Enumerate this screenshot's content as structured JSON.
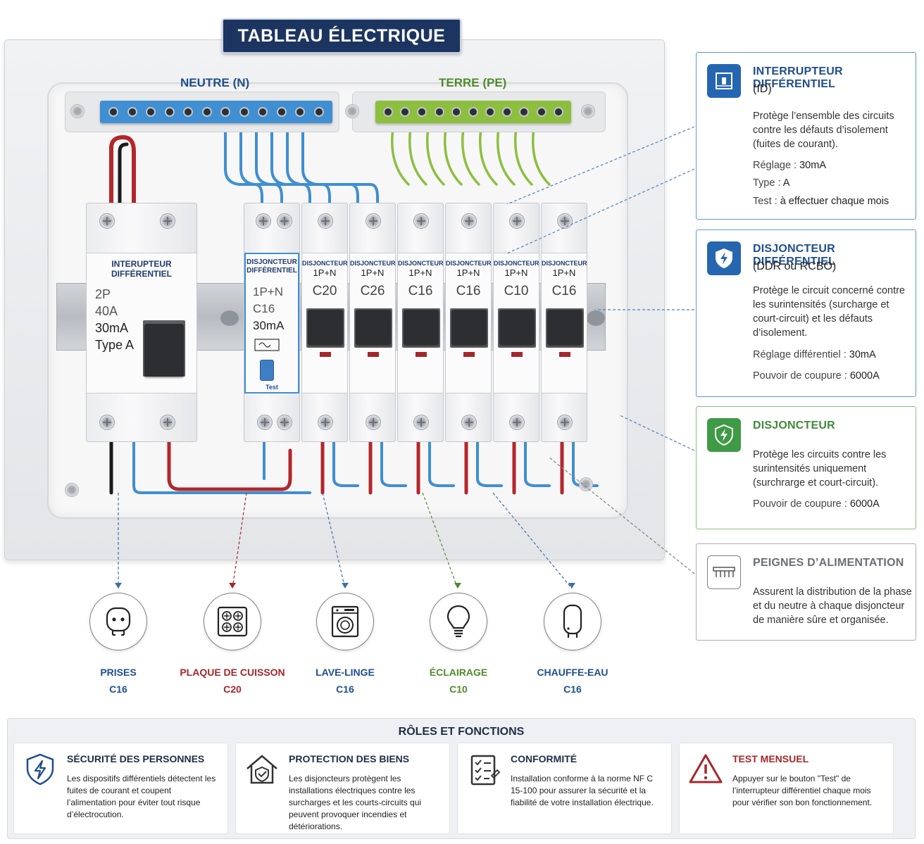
{
  "title": "TABLEAU ÉLECTRIQUE",
  "busbars": {
    "neutral_label": "NEUTRE (N)",
    "earth_label": "TERRE (PE)",
    "neutral_color": "#3f8fd2",
    "earth_color": "#8dbf3f"
  },
  "colors": {
    "phase": "#b3262b",
    "neutral": "#3f8fd2",
    "earth": "#8dbf3f",
    "primary": "#1c3560"
  },
  "id_module": {
    "title_line1": "INTERUPTEUR",
    "title_line2": "DIFFÉRENTIEL",
    "poles": "2P",
    "current": "40A",
    "sensitivity": "30mA",
    "type": "Type A"
  },
  "ddr_module": {
    "title_line1": "DISJONCTEUR",
    "title_line2": "DIFFÉRENTIEL",
    "poles": "1P+N",
    "rating": "C16",
    "sensitivity": "30mA",
    "test_label": "Test"
  },
  "breakers": [
    {
      "title": "DISJONCTEUR",
      "poles": "1P+N",
      "rating": "C20"
    },
    {
      "title": "DISJONCTEUR",
      "poles": "1P+N",
      "rating": "C26"
    },
    {
      "title": "DISJONCTEUR",
      "poles": "1P+N",
      "rating": "C16"
    },
    {
      "title": "DISJONCTEUR",
      "poles": "1P+N",
      "rating": "C16"
    },
    {
      "title": "DISJONCTEUR",
      "poles": "1P+N",
      "rating": "C10"
    },
    {
      "title": "DISJONCTEUR",
      "poles": "1P+N",
      "rating": "C16"
    }
  ],
  "cards": [
    {
      "icon": "id-switch-icon",
      "title": "INTERRUPTEUR DIFFÉRENTIEL",
      "subtitle": "(ID)",
      "description": "Protège l’ensemble des circuits contre les défauts d’isolement (fuites de courant).",
      "rows": [
        {
          "label": "Réglage :",
          "value": "30mA"
        },
        {
          "label": "Type :",
          "value": "A"
        },
        {
          "label": "Test :",
          "value": "à effectuer chaque mois"
        }
      ]
    },
    {
      "icon": "shield-bolt-icon",
      "title": "DISJONCTEUR DIFFÉRENTIEL",
      "subtitle": "(DDR ou RCBO)",
      "description": "Protège le circuit concerné contre les surintensités (surcharge et court-circuit) et les défauts d’isolement.",
      "rows": [
        {
          "label": "Réglage différentiel :",
          "value": "30mA"
        },
        {
          "label": "Pouvoir de coupure :",
          "value": "6000A"
        }
      ]
    },
    {
      "icon": "shield-bolt-green-icon",
      "title": "DISJONCTEUR",
      "subtitle": "",
      "description": "Protège les circuits contre les surintensités uniquement (surchrarge et court-circuit).",
      "rows": [
        {
          "label": "Pouvoir de coupure :",
          "value": "6000A"
        }
      ]
    },
    {
      "icon": "comb-busbar-icon",
      "title": "PEIGNES D’ALIMENTATION",
      "subtitle": "",
      "description": "Assurent la distribution de la phase et du neutre à chaque disjoncteur de manière sûre et organisée.",
      "rows": []
    }
  ],
  "circuits": [
    {
      "icon": "socket-icon",
      "name": "PRISES",
      "rating": "C16",
      "color": "#1f4e8c"
    },
    {
      "icon": "cooktop-icon",
      "name": "PLAQUE DE CUISSON",
      "rating": "C20",
      "color": "#a3272b"
    },
    {
      "icon": "washing-machine-icon",
      "name": "LAVE-LINGE",
      "rating": "C16",
      "color": "#1f4e8c"
    },
    {
      "icon": "light-bulb-icon",
      "name": "ÉCLAIRAGE",
      "rating": "C10",
      "color": "#4f8a2e"
    },
    {
      "icon": "water-heater-icon",
      "name": "CHAUFFE-EAU",
      "rating": "C16",
      "color": "#1f4e8c"
    }
  ],
  "roles": {
    "title": "RÔLES ET FONCTIONS",
    "items": [
      {
        "icon": "shield-bolt-icon",
        "title": "SÉCURITÉ DES PERSONNES",
        "text": "Les dispositifs différentiels détectent les fuites de courant et coupent l’alimentation pour éviter tout risque d’électrocution."
      },
      {
        "icon": "house-shield-icon",
        "title": "PROTECTION DES BIENS",
        "text": "Les disjoncteurs protègent les installations électriques contre les surcharges et les courts-circuits qui peuvent provoquer incendies et détériorations."
      },
      {
        "icon": "checklist-icon",
        "title": "CONFORMITÉ",
        "text": "Installation conforme à la norme NF C 15-100 pour assurer la sécurité et la fiabilité de votre installation électrique."
      },
      {
        "icon": "warning-icon",
        "title": "TEST MENSUEL",
        "text": "Appuyer sur le bouton \"Test\" de l’interrupteur différentiel chaque mois pour vérifier son bon fonctionnement."
      }
    ]
  }
}
